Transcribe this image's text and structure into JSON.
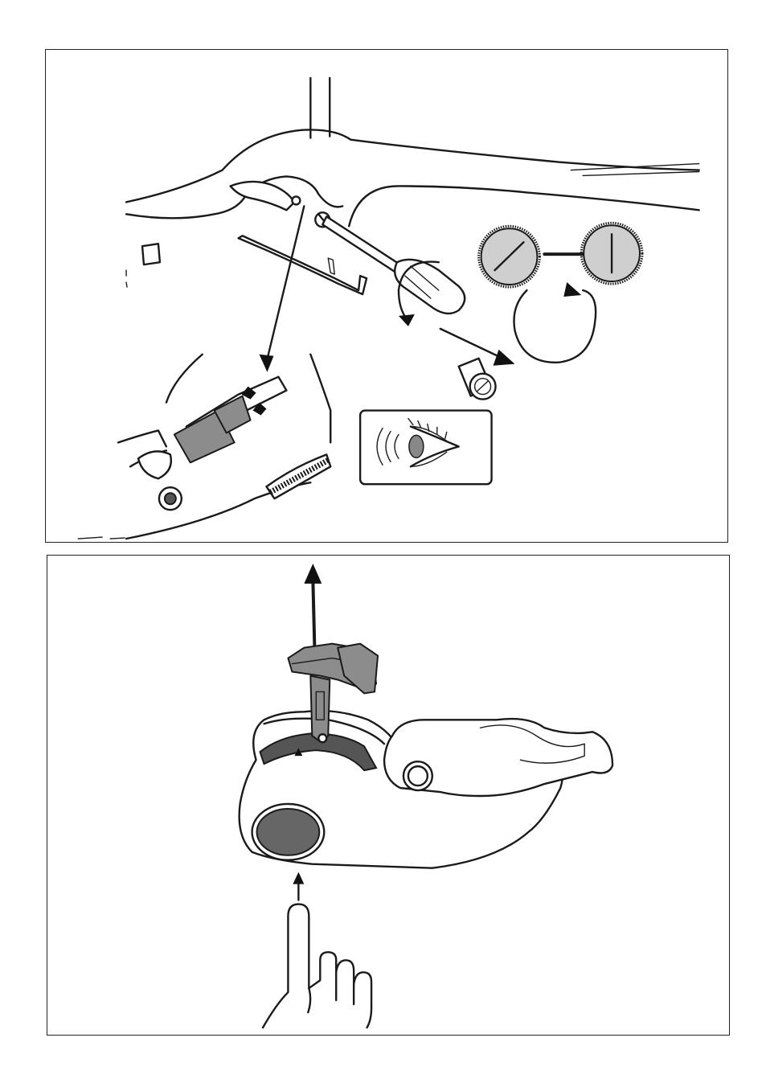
{
  "document": {
    "page_width": 953,
    "page_height": 1352,
    "figures": [
      {
        "id": "figure-top",
        "description_kind": "adjustment-illustration"
      },
      {
        "id": "figure-bottom",
        "description_kind": "release-illustration"
      }
    ]
  },
  "colors": {
    "line": "#1a1a1a",
    "fill_grey": "#8c8c8c",
    "fill_light": "#cfcfcf",
    "fill_dark": "#555555",
    "background": "#ffffff"
  },
  "icons": [
    "screwdriver-icon",
    "eye-icon",
    "pointing-finger-icon",
    "rotate-arrow-icon",
    "slot-screw-icon"
  ]
}
